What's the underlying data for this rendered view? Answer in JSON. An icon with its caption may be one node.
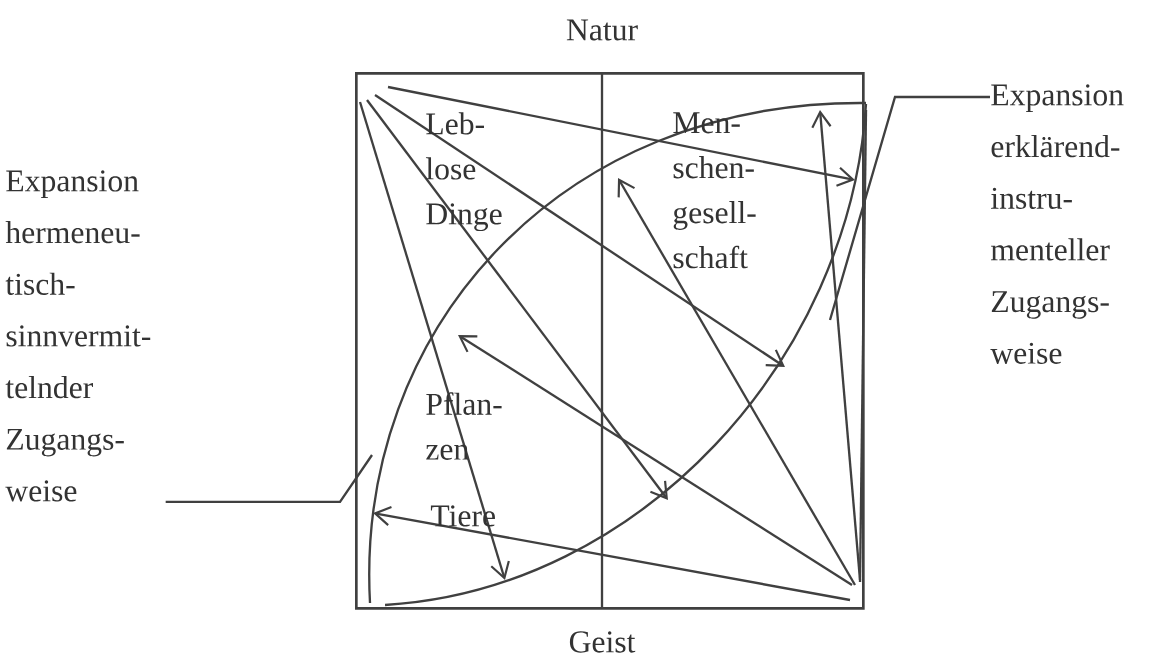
{
  "diagram": {
    "nodes": [
      {
        "text": [
          "Leb- lose Dinge",
          "Men- schen- gesell- schaft",
          "Pflan- zen",
          "Tiere"
        ],
        "beside": [
          "Natur",
          "Geist"
        ]
      },
      {
        "text": [
          "Expansion hermeneu- tisch- sinnvermit- telnder Zugangs- weise"
        ]
      },
      {
        "text": [
          "Expansion erklärend- instru- menteller Zugangs- weise"
        ]
      }
    ],
    "edges": [
      {
        "from": 1,
        "to": 0,
        "arrow": "none"
      },
      {
        "from": 2,
        "to": 0,
        "arrow": "none"
      }
    ]
  }
}
